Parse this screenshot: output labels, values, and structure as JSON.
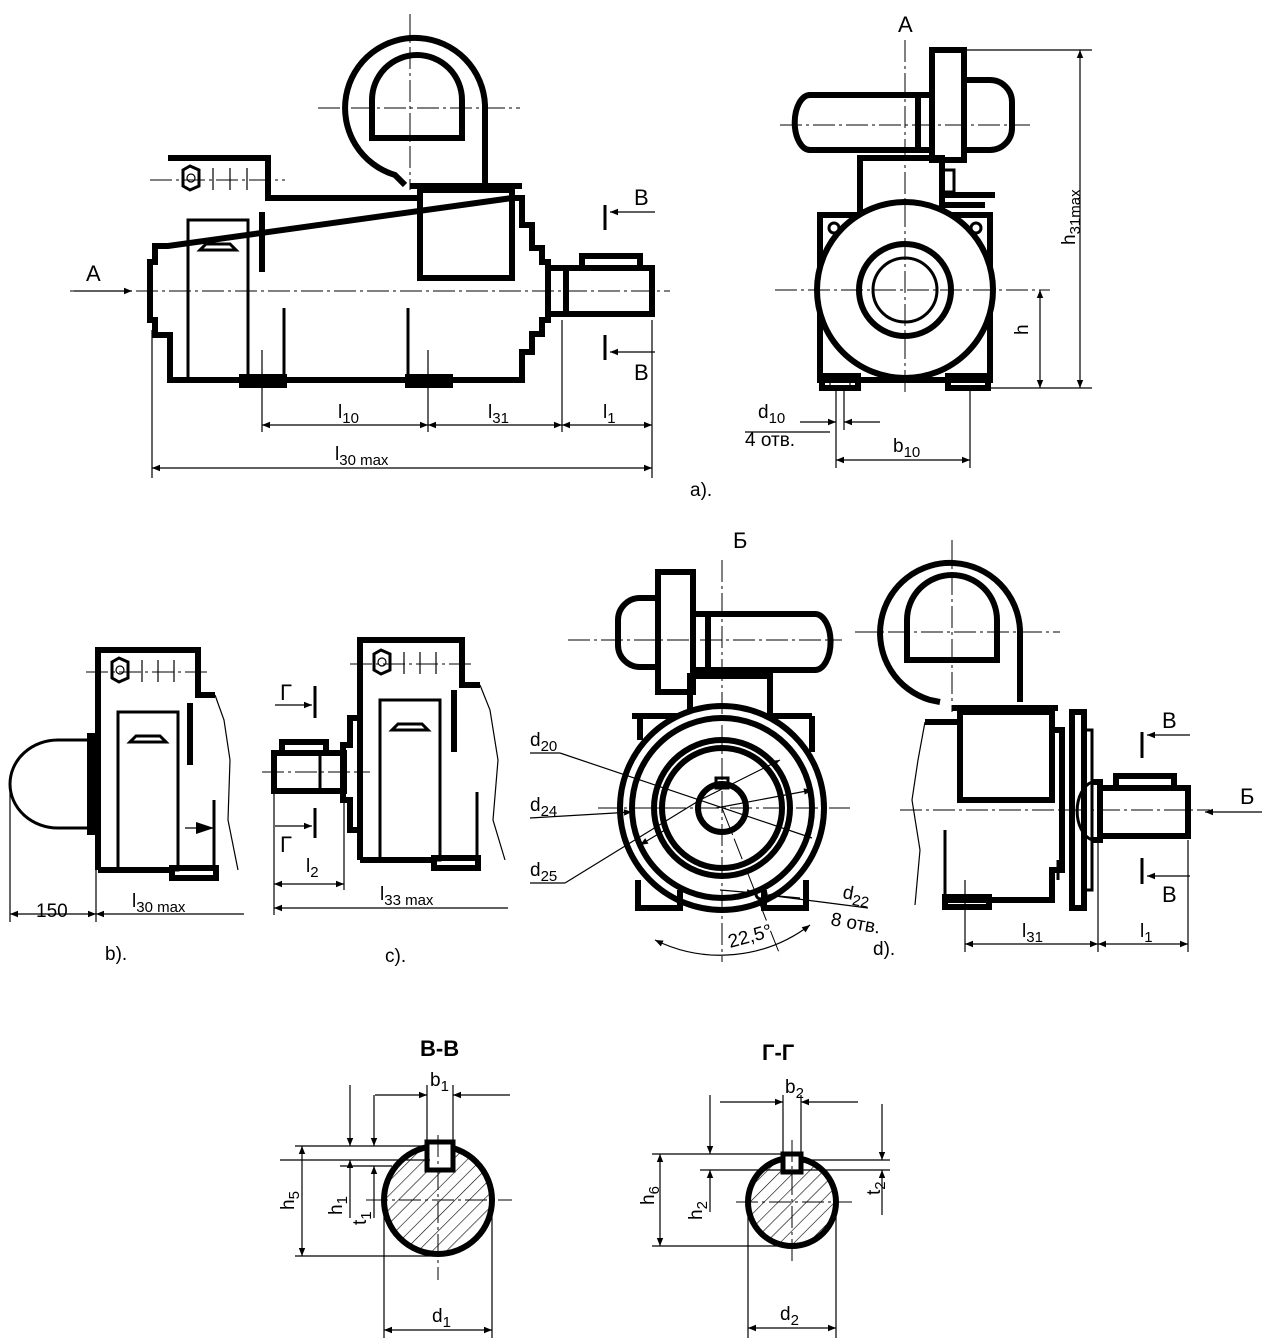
{
  "views": {
    "a": {
      "caption": "a)."
    },
    "b": {
      "caption": "b)."
    },
    "c": {
      "caption": "c)."
    },
    "d": {
      "caption": "d)."
    }
  },
  "markers": {
    "view_A": "A",
    "view_B_cyr": "Б",
    "section_V": "В",
    "section_G": "Г"
  },
  "sections": {
    "vv": "В-В",
    "gg": "Г-Г"
  },
  "dims": {
    "l10": "l",
    "l10_sub": "10",
    "l31": "l",
    "l31_sub": "31",
    "l1": "l",
    "l1_sub": "1",
    "l30max": "l",
    "l30max_sub": "30 max",
    "h": "h",
    "h31max": "h",
    "h31max_sub": "31max",
    "d10": "d",
    "d10_sub": "10",
    "holes4": "4 отв.",
    "b10": "b",
    "b10_sub": "10",
    "dim150": "150",
    "l30max_b": "l",
    "l30max_b_sub": "30 max",
    "l2": "l",
    "l2_sub": "2",
    "l33max": "l",
    "l33max_sub": "33 max",
    "d20": "d",
    "d20_sub": "20",
    "d24": "d",
    "d24_sub": "24",
    "d25": "d",
    "d25_sub": "25",
    "d22": "d",
    "d22_sub": "22",
    "holes8": "8 отв.",
    "angle": "22,5°",
    "l31_d": "l",
    "l31_d_sub": "31",
    "l1_d": "l",
    "l1_d_sub": "1",
    "b1": "b",
    "b1_sub": "1",
    "h5": "h",
    "h5_sub": "5",
    "h1": "h",
    "h1_sub": "1",
    "t1": "t",
    "t1_sub": "1",
    "d1": "d",
    "d1_sub": "1",
    "b2": "b",
    "b2_sub": "2",
    "h6": "h",
    "h6_sub": "6",
    "h2": "h",
    "h2_sub": "2",
    "t2": "t",
    "t2_sub": "2",
    "d2": "d",
    "d2_sub": "2"
  }
}
